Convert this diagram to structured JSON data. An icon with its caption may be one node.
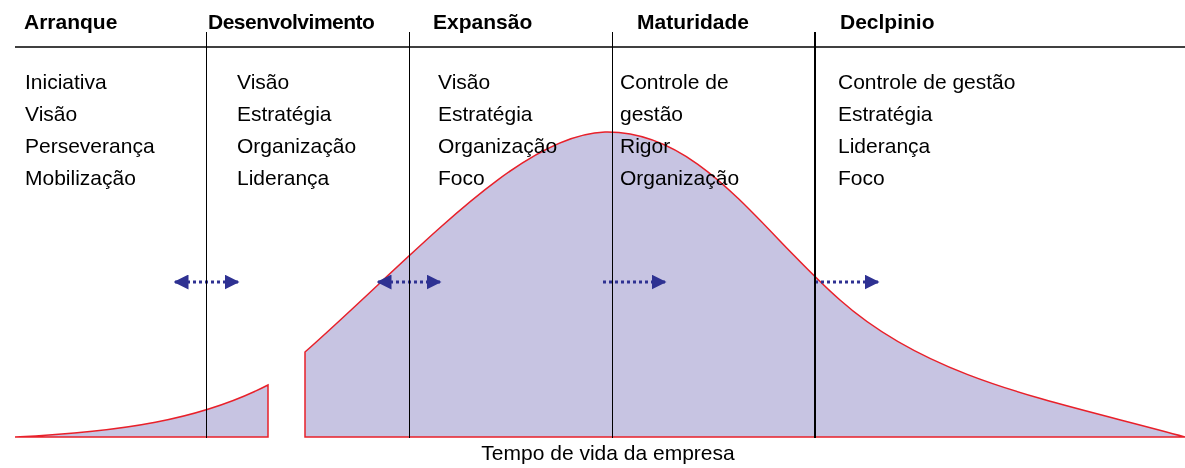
{
  "diagram": {
    "caption": "Tempo de vida da empresa",
    "nodes": [
      {
        "text": [
          "Arranque",
          "Iniciativa",
          "Visão",
          "Perseverança",
          "Mobilização"
        ]
      },
      {
        "text": [
          "Desenvolvimento",
          "Visão",
          "Estratégia",
          "Organização",
          "Liderança"
        ]
      },
      {
        "text": [
          "Expansão",
          "Visão",
          "Estratégia",
          "Organização",
          "Foco"
        ]
      },
      {
        "text": [
          "Maturidade",
          "Controle de gestão",
          "Rigor",
          "Organização"
        ]
      },
      {
        "text": [
          "Declpinio",
          "Controle de gestão",
          "Estratégia",
          "Liderança",
          "Foco"
        ]
      }
    ],
    "edges": [
      {
        "from": 0,
        "to": 1,
        "arrow": "both"
      },
      {
        "from": 1,
        "to": 2,
        "arrow": "both"
      },
      {
        "from": 2,
        "to": 3,
        "arrow": "to"
      },
      {
        "from": 3,
        "to": 4,
        "arrow": "to"
      }
    ]
  }
}
